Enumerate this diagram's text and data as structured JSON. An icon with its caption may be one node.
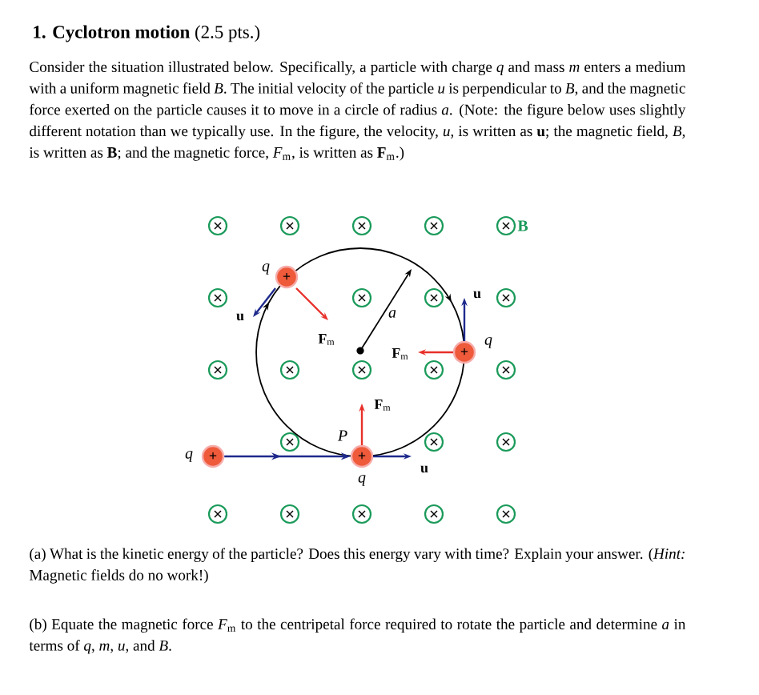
{
  "diagram": {
    "title": "**1. Cyclotron motion** (2.5 pts.)",
    "nodes": [
      {
        "text": [
          "+"
        ],
        "beside": [
          "q"
        ]
      },
      {
        "text": [
          "+"
        ],
        "beside": [
          "q"
        ]
      },
      {
        "text": [
          "+"
        ],
        "beside": [
          "q"
        ]
      },
      {
        "text": [
          "+"
        ],
        "beside": [
          "q"
        ]
      }
    ],
    "edges": [
      {
        "from": 2,
        "to": 3,
        "arrow": "to"
      }
    ],
    "labels": [
      "Consider the situation illustrated below. Specifically, a particle with charge *q* and mass *m* enters a medium with a uniform magnetic field *B*. The initial velocity of the particle *u* is perpendicular to *B*, and the magnetic force exerted on the particle causes it to move in a circle of radius *a*. (Note: the figure below uses slightly different notation than we typically use. In the figure, the velocity, *u*, is written as **u**; the magnetic field, *B*, is written as **B**; and the magnetic force, *F*$_{m}$, is written as **F**$_{m}$.)",
      "B",
      "u",
      "**F**$_{m}$",
      "a",
      "u",
      "**F**$_{m}$",
      "**F**$_{m}$",
      "P",
      "u",
      "(a) What is the kinetic energy of the particle? Does this energy vary with time? Explain your answer. (*Hint:* Magnetic fields do no work!)",
      "(b) Equate the magnetic force *F*$_{m}$ to the centripetal force required to rotate the particle and determine *a* in terms of *q*, *m*, *u*, and *B*."
    ]
  }
}
